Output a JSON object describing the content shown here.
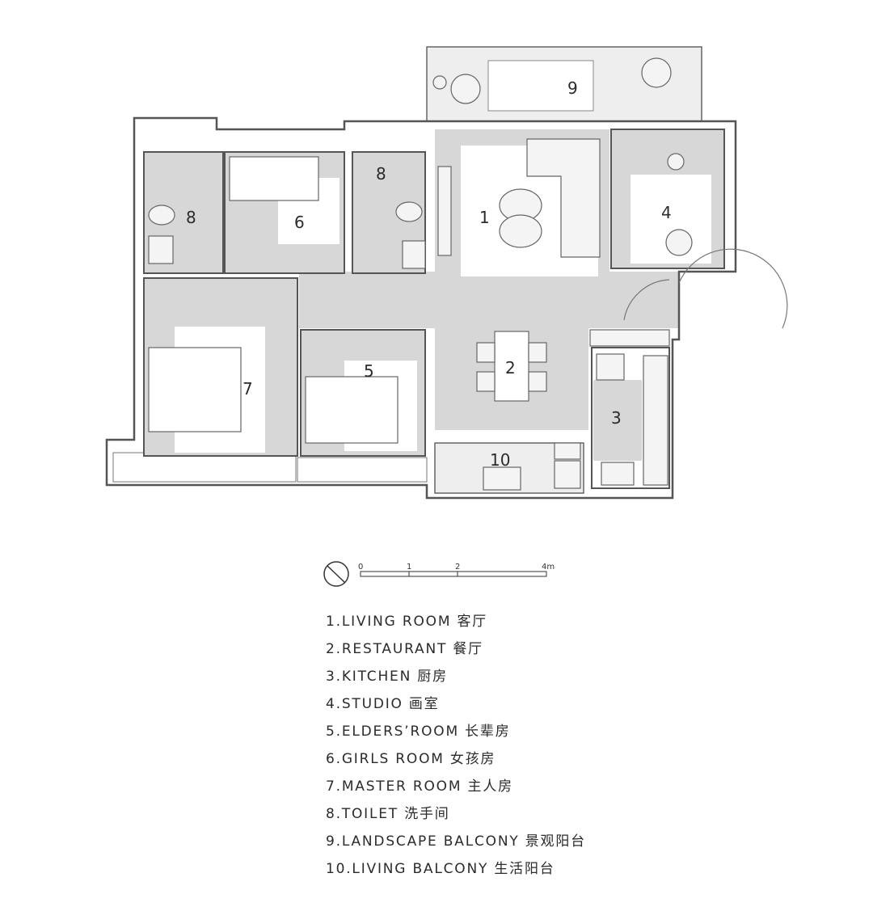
{
  "plan": {
    "room_numbers": [
      {
        "id": "1",
        "label": "1"
      },
      {
        "id": "2",
        "label": "2"
      },
      {
        "id": "3",
        "label": "3"
      },
      {
        "id": "4",
        "label": "4"
      },
      {
        "id": "5",
        "label": "5"
      },
      {
        "id": "6",
        "label": "6"
      },
      {
        "id": "7",
        "label": "7"
      },
      {
        "id": "8a",
        "label": "8"
      },
      {
        "id": "8b",
        "label": "8"
      },
      {
        "id": "9",
        "label": "9"
      },
      {
        "id": "10",
        "label": "10"
      }
    ],
    "scale_bar": {
      "ticks": [
        "0",
        "1",
        "2",
        "4m"
      ]
    },
    "colors": {
      "floor_gray": "#d7d7d7",
      "wall": "#555555",
      "room_white": "#ffffff",
      "balcony": "#efefef"
    }
  },
  "legend": {
    "items": [
      "1.LIVING ROOM 客厅",
      "2.RESTAURANT 餐厅",
      "3.KITCHEN 厨房",
      "4.STUDIO 画室",
      "5.ELDERS’ROOM 长辈房",
      "6.GIRLS ROOM 女孩房",
      "7.MASTER ROOM 主人房",
      "8.TOILET 洗手间",
      "9.LANDSCAPE BALCONY 景观阳台",
      "10.LIVING BALCONY 生活阳台"
    ]
  }
}
